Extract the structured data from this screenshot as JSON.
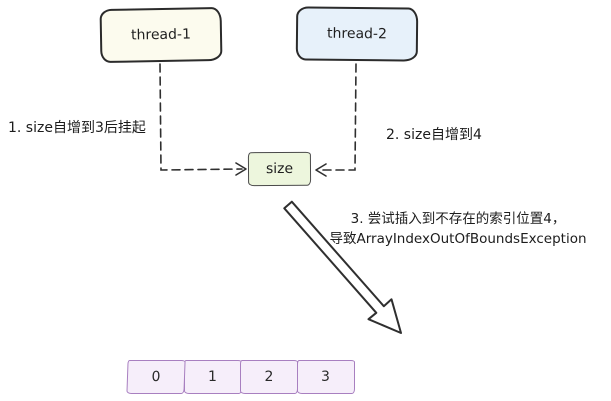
{
  "nodes": {
    "thread1": {
      "label": "thread-1"
    },
    "thread2": {
      "label": "thread-2"
    },
    "size": {
      "label": "size"
    }
  },
  "annotations": {
    "step1": "1. size自增到3后挂起",
    "step2": "2. size自增到4",
    "step3_line1": "3. 尝试插入到不存在的索引位置4，",
    "step3_line2": "导致ArrayIndexOutOfBoundsException"
  },
  "array_cells": [
    "0",
    "1",
    "2",
    "3"
  ],
  "colors": {
    "thread1_fill": "#fcfbee",
    "thread2_fill": "#e7f1fa",
    "size_fill": "#edf6dd",
    "array_fill": "#f6eefa",
    "array_border": "#a87fc0",
    "stroke": "#2f2f2f",
    "background": "#ffffff"
  }
}
